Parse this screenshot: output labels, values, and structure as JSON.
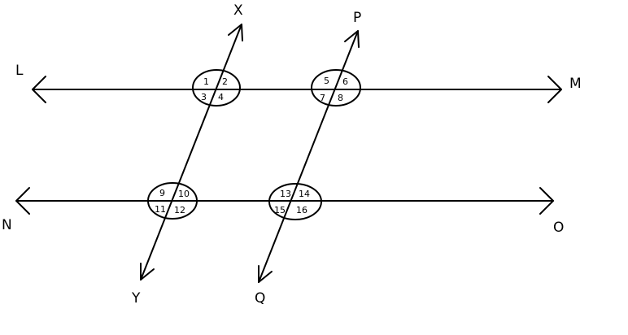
{
  "points": {
    "L": "L",
    "M": "M",
    "N": "N",
    "O": "O",
    "X": "X",
    "Y": "Y",
    "P": "P",
    "Q": "Q"
  },
  "angles": [
    "1",
    "2",
    "3",
    "4",
    "5",
    "6",
    "7",
    "8",
    "9",
    "10",
    "11",
    "12",
    "13",
    "14",
    "15",
    "16"
  ]
}
